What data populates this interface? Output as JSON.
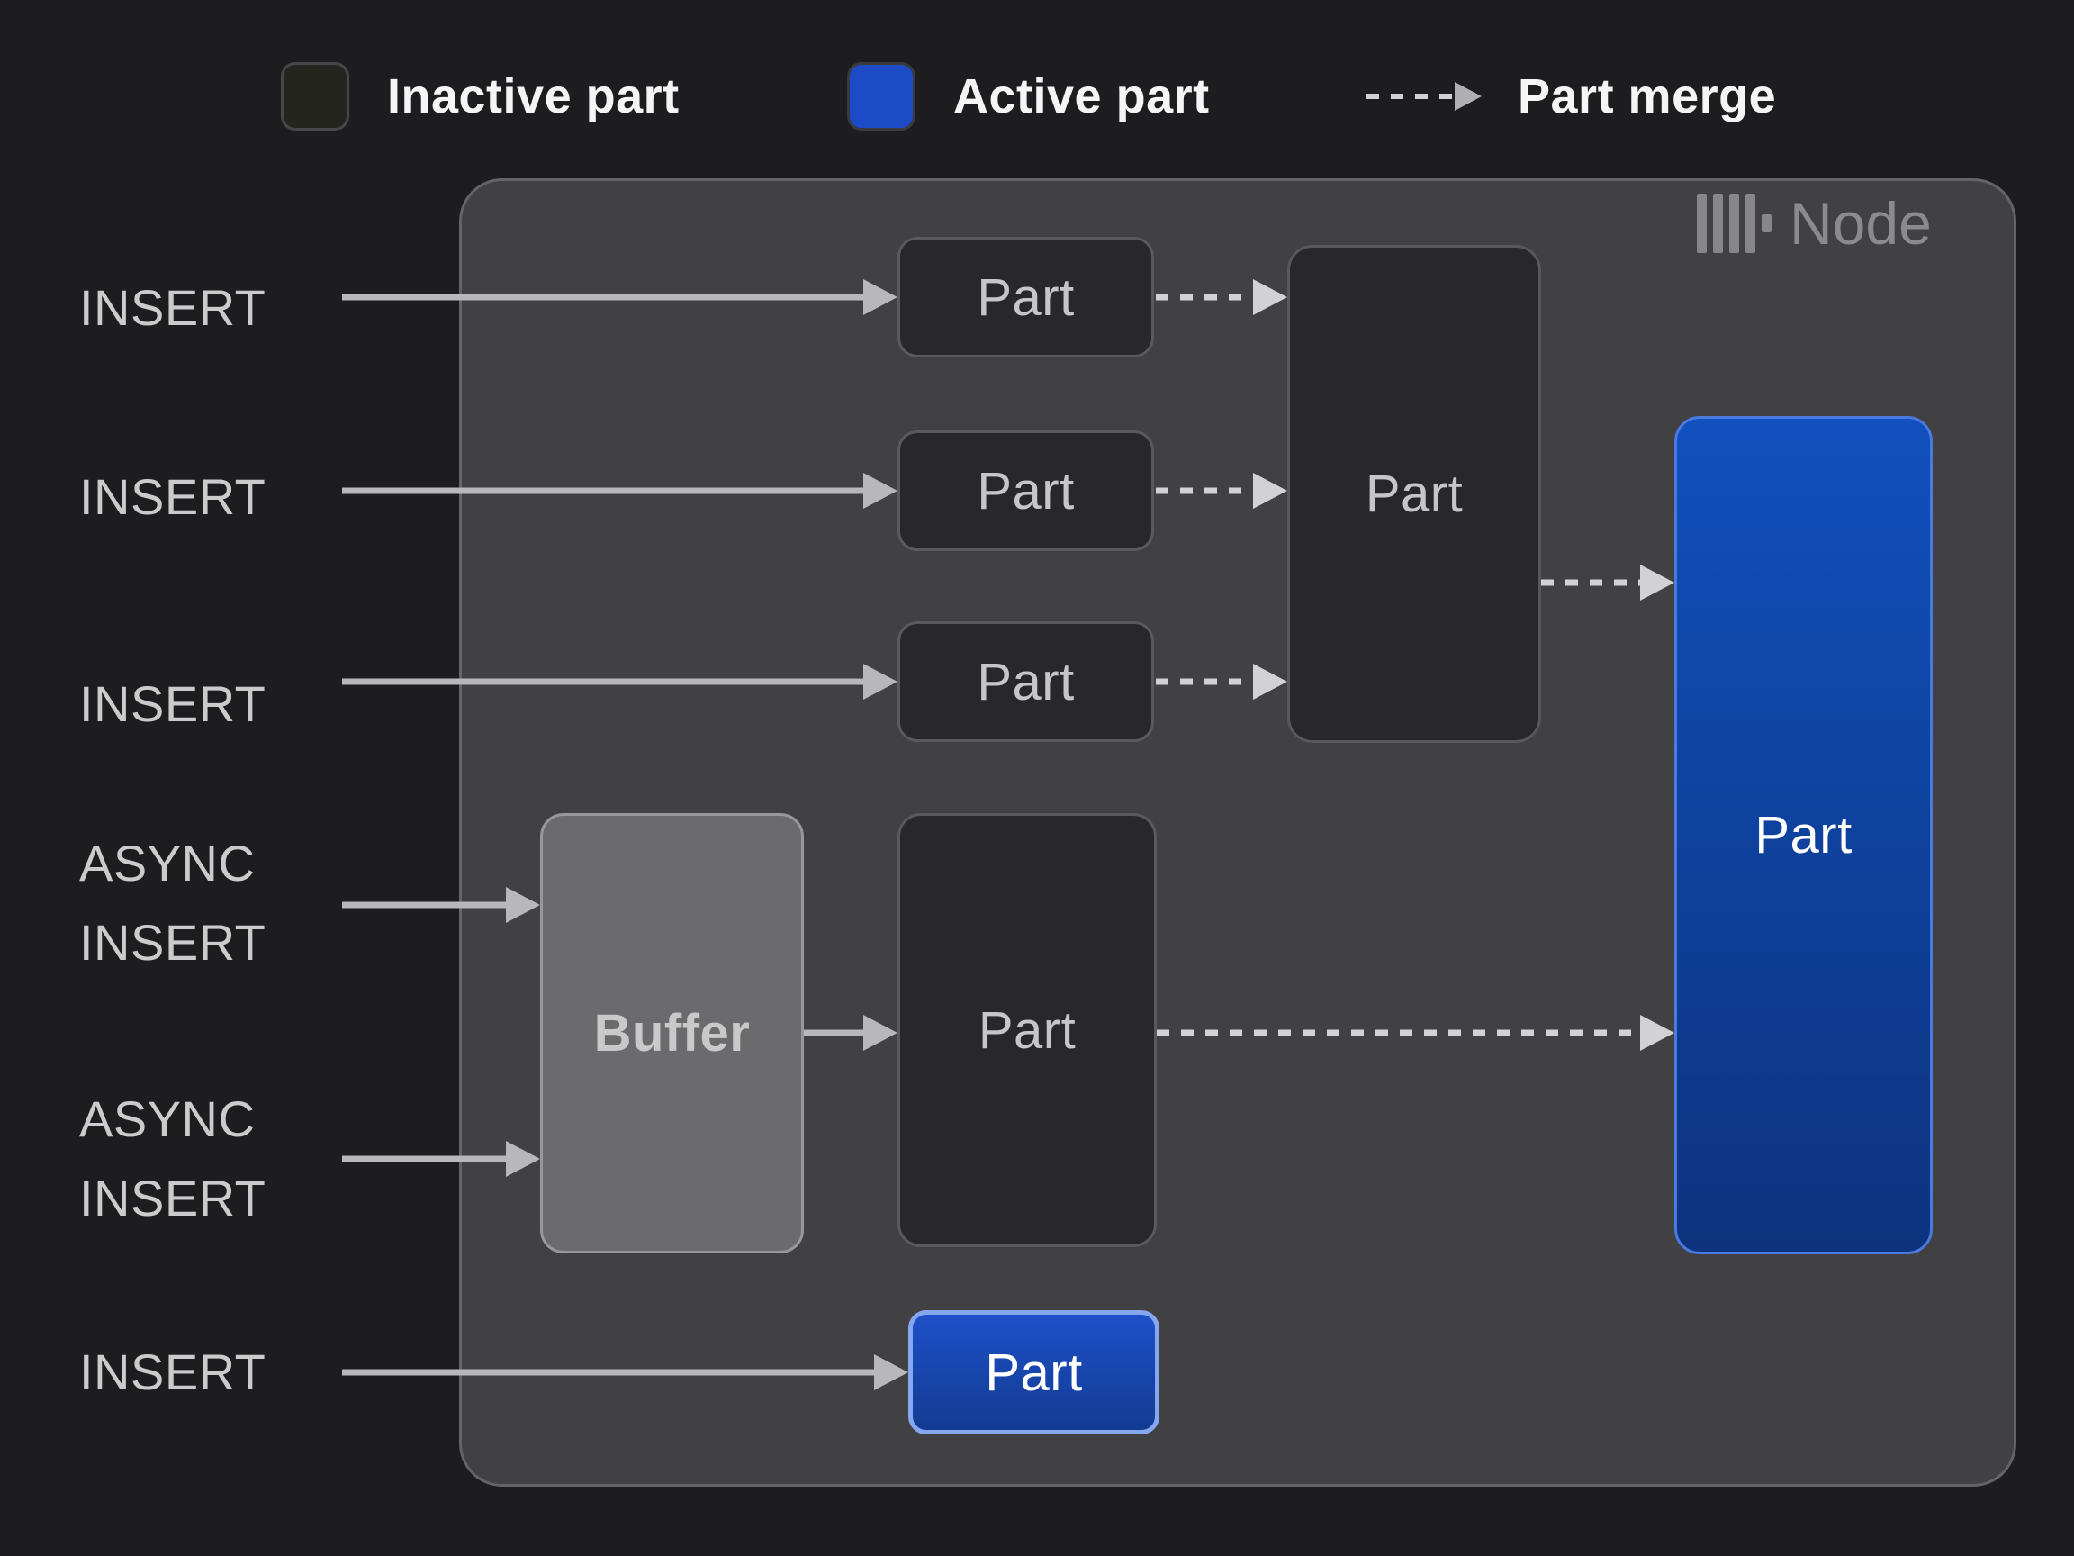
{
  "colors": {
    "background": "#1d1d1f",
    "node_background": "#414042",
    "node_border": "#646466",
    "inactive_part_fill": "#28282a",
    "inactive_part_border": "#5a5a5c",
    "active_part_gradient_top": "#1150bd",
    "active_part_gradient_bottom": "#0d337e",
    "active_part_border": "#4a79e0",
    "active_part_small_border": "#85a7ef",
    "buffer_fill": "#6b6b6d",
    "buffer_border": "#98989a",
    "solid_arrow": "#b8b8ba",
    "dashed_arrow": "#d2d2d4",
    "io_label_text": "#cbcbcb",
    "legend_text": "#f5f5f5",
    "node_title_text": "#8b8b8d"
  },
  "legend": {
    "inactive_label": "Inactive part",
    "active_label": "Active part",
    "merge_label": "Part merge"
  },
  "node": {
    "title": "Node",
    "icon": "clickhouse-bars-icon"
  },
  "inputs": {
    "insert1": "INSERT",
    "insert2": "INSERT",
    "insert3": "INSERT",
    "async_insert1": "ASYNC\nINSERT",
    "async_insert2": "ASYNC\nINSERT",
    "insert4": "INSERT"
  },
  "boxes": {
    "part1": "Part",
    "part2": "Part",
    "part3": "Part",
    "merged_part": "Part",
    "buffer": "Buffer",
    "buffered_part": "Part",
    "active_part_large": "Part",
    "active_part_small": "Part"
  }
}
